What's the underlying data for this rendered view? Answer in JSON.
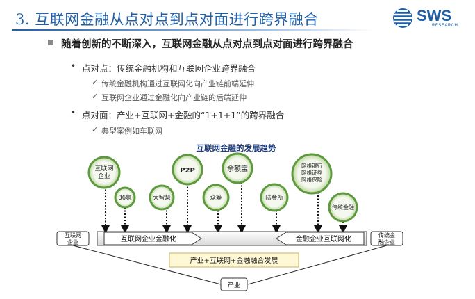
{
  "slide": {
    "title": "3. 互联网金融从点对点到点对面进行跨界融合",
    "logo": {
      "main": "SWS",
      "sub": "RESEARCH"
    }
  },
  "bullets": {
    "level1": "随着创新的不断深入，互联网金融从点对点到点对面进行跨界融合",
    "items": [
      {
        "label": "点对点：传统金融机构和互联网企业跨界融合",
        "subitems": [
          "传统金融机构通过互联网化向产业链前端延伸",
          "互联网企业通过金融化向产业链的后端延伸"
        ]
      },
      {
        "label": "点对面：产业+互联网+金融的“1+1+1”的跨界融合",
        "subitems": [
          "典型案例如车联网"
        ]
      }
    ]
  },
  "diagram": {
    "title": "互联网金融的发展趋势",
    "circles": [
      {
        "lines": [
          "互联网",
          "企业"
        ]
      },
      {
        "lines": [
          "36氪"
        ]
      },
      {
        "lines": [
          "大智慧"
        ]
      },
      {
        "lines": [
          "P2P"
        ]
      },
      {
        "lines": [
          "余额宝"
        ]
      },
      {
        "lines": [
          "众筹"
        ]
      },
      {
        "lines": [
          "陆金所"
        ]
      },
      {
        "lines": [
          "网络银行",
          "网络证券",
          "网络保险"
        ]
      },
      {
        "lines": [
          "传统金融"
        ]
      }
    ],
    "left_box": [
      "互联网",
      "企业"
    ],
    "right_box": [
      "传统金",
      "融企业"
    ],
    "left_arrow": "互联网企业金融化",
    "right_arrow": "金融企业互联网化",
    "convergence": "产业+互联网+金融融合发展",
    "bottom_box": "产业",
    "colors": {
      "title": "#1f5fa8",
      "circle_ring": "#6aa84f",
      "circle_fill": "#f4f8ee"
    }
  }
}
